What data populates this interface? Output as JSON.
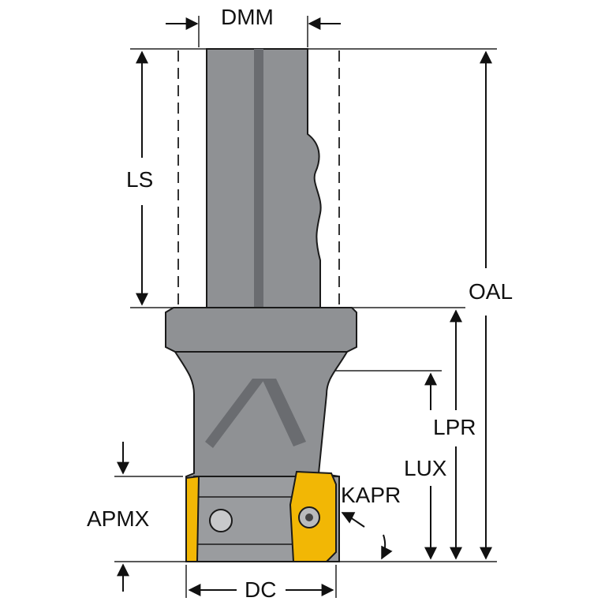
{
  "labels": {
    "dmm": "DMM",
    "ls": "LS",
    "oal": "OAL",
    "lpr": "LPR",
    "lux": "LUX",
    "kapr": "KAPR",
    "apmx": "APMX",
    "dc": "DC"
  },
  "colors": {
    "body": "#8f9194",
    "body_dark": "#5e6064",
    "outline": "#1a1a1a",
    "insert": "#f2b705",
    "background": "#ffffff"
  }
}
